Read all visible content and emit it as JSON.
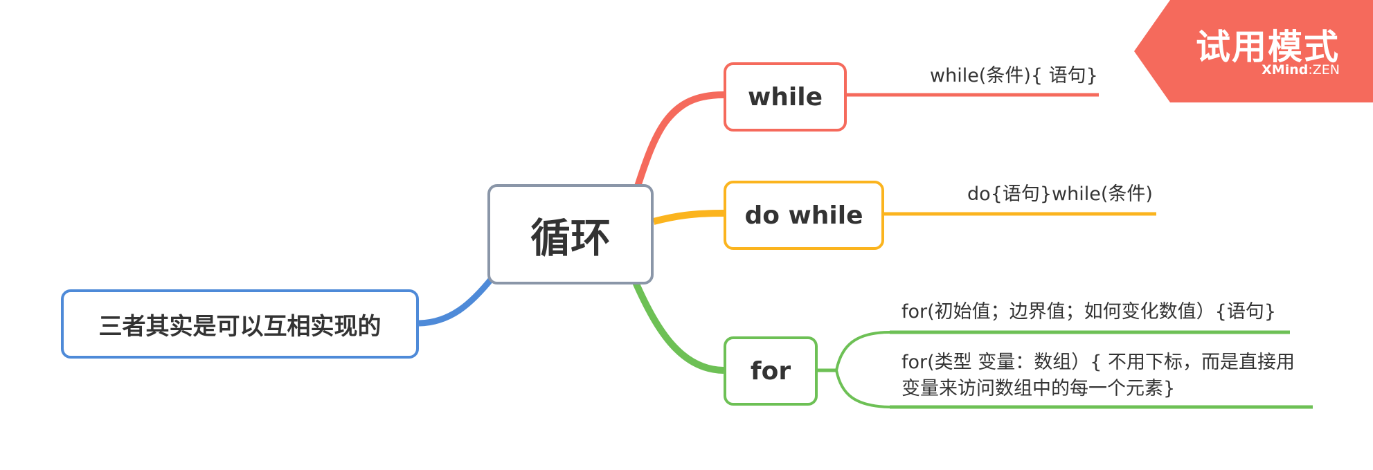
{
  "colors": {
    "central_border": "#8a96a8",
    "while": "#f56a5c",
    "do_while": "#fbb41e",
    "for": "#6dc055",
    "left": "#4e8ad8",
    "badge": "#f56a5c",
    "text": "#333333"
  },
  "central": {
    "label": "循环"
  },
  "branches": {
    "while": {
      "label": "while",
      "detail": "while(条件){ 语句}"
    },
    "do_while": {
      "label": "do while",
      "detail": "do{语句}while(条件)"
    },
    "for": {
      "label": "for",
      "details": [
        "for(初始值；边界值；如何变化数值）{语句}",
        "for(类型 变量：数组）{ 不用下标，而是直接用",
        "变量来访问数组中的每一个元素}"
      ]
    }
  },
  "left_branch": {
    "label": "三者其实是可以互相实现的"
  },
  "badge": {
    "title": "试用模式",
    "brand": "XMind",
    "edition": ":ZEN"
  }
}
